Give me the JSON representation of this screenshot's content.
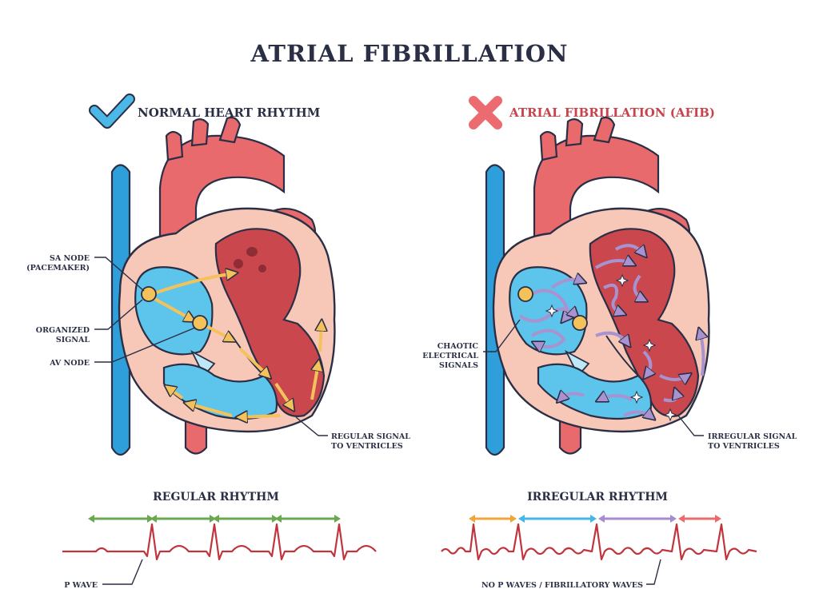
{
  "title": "ATRIAL FIBRILLATION",
  "normal": {
    "heading": "NORMAL HEART RHYTHM",
    "labels": {
      "sa_node_1": "SA NODE",
      "sa_node_2": "(PACEMAKER)",
      "organized_1": "ORGANIZED",
      "organized_2": "SIGNAL",
      "av_node": "AV NODE",
      "regular_signal_1": "REGULAR SIGNAL",
      "regular_signal_2": "TO VENTRICLES"
    },
    "rhythm_title": "REGULAR RHYTHM",
    "p_wave": "P WAVE"
  },
  "afib": {
    "heading": "ATRIAL FIBRILLATION (AFIB)",
    "labels": {
      "chaotic_1": "CHAOTIC",
      "chaotic_2": "ELECTRICAL",
      "chaotic_3": "SIGNALS",
      "irregular_signal_1": "IRREGULAR SIGNAL",
      "irregular_signal_2": "TO VENTRICLES"
    },
    "rhythm_title": "IRREGULAR RHYTHM",
    "no_p_waves": "NO P WAVES / FIBRILLATORY WAVES"
  },
  "colors": {
    "check": "#4bb8e8",
    "cross": "#ec6b70",
    "vein_blue": "#2f9fdc",
    "artery_red": "#e86a6c",
    "tissue_pink": "#f7c7b8",
    "chamber_red": "#c9474d",
    "chamber_blue": "#5dc4ec",
    "signal_yellow": "#f4c25a",
    "chaos_purple": "#a893d0",
    "ecg_red": "#c0353d",
    "arrow_green": "#6aa84f",
    "arrow_orange": "#f0a53a",
    "arrow_sky": "#45b6e6",
    "arrow_lilac": "#a78bcf",
    "arrow_salmon": "#e96b6b"
  },
  "icons": {
    "normal": "check-icon",
    "afib": "cross-icon"
  }
}
